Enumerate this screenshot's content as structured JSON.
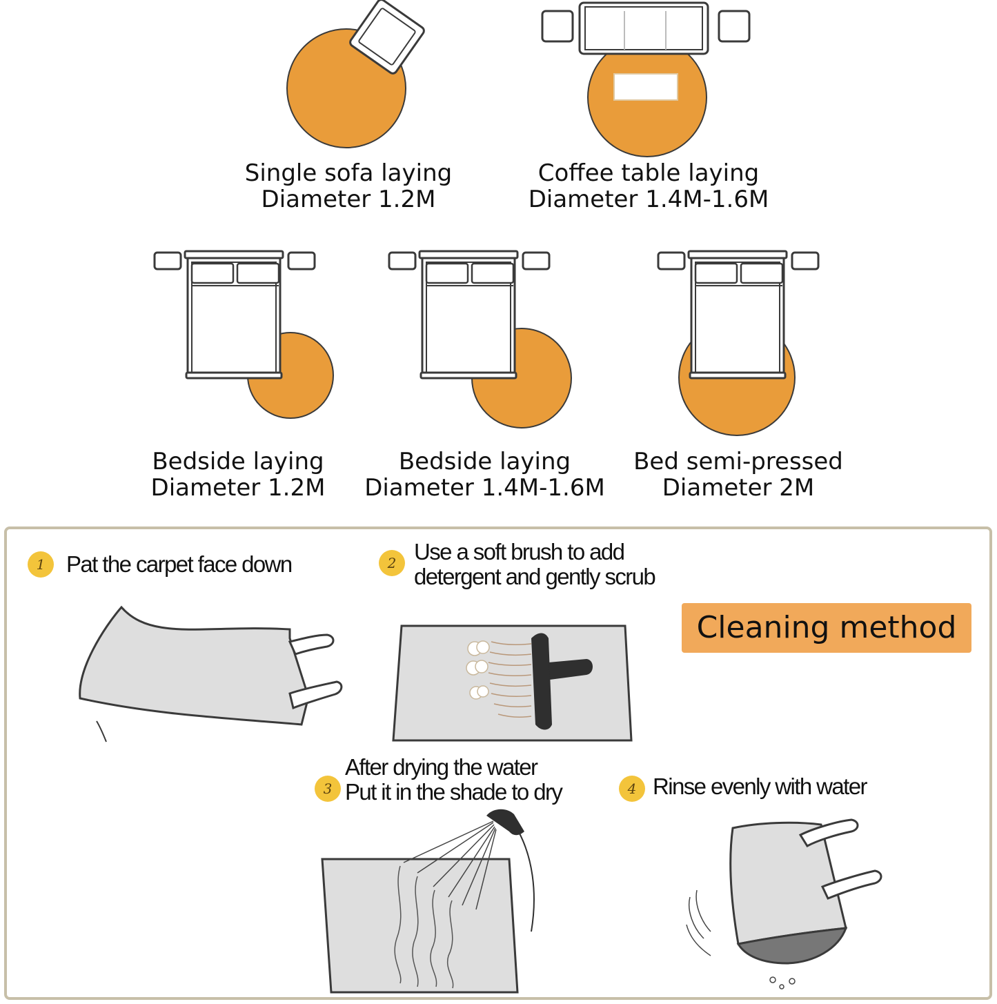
{
  "colors": {
    "rug": "#e99c3a",
    "badge": "#f3c43b",
    "title_background": "#f1a95a",
    "outline": "#3a3a3a",
    "carpet_grey": "#dedede",
    "panel_border": "#c7bfa8"
  },
  "layouts": [
    {
      "title": "Single sofa laying",
      "diameter": "Diameter 1.2M"
    },
    {
      "title": "Coffee table laying",
      "diameter": "Diameter 1.4M-1.6M"
    },
    {
      "title": "Bedside laying",
      "diameter": "Diameter 1.2M"
    },
    {
      "title": "Bedside laying",
      "diameter": "Diameter 1.4M-1.6M"
    },
    {
      "title": "Bed semi-pressed",
      "diameter": "Diameter 2M"
    }
  ],
  "cleaning": {
    "title": "Cleaning method",
    "steps": [
      {
        "number": "1",
        "lines": [
          "Pat the carpet face down"
        ]
      },
      {
        "number": "2",
        "lines": [
          "Use a soft brush to add",
          "detergent and gently scrub"
        ]
      },
      {
        "number": "3",
        "lines": [
          "After drying the water",
          "Put it in the shade to dry"
        ]
      },
      {
        "number": "4",
        "lines": [
          "Rinse evenly with water"
        ]
      }
    ]
  }
}
